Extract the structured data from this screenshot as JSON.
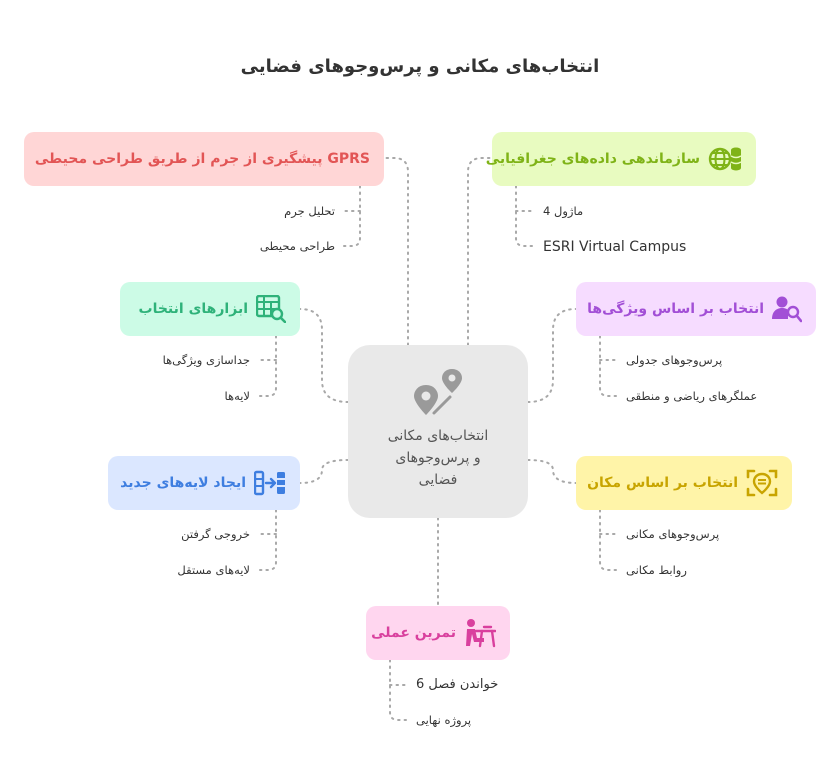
{
  "title": "انتخاب‌های مکانی و پرس‌وجوهای فضایی",
  "center": {
    "lines": [
      "انتخاب‌های مکانی",
      "و پرس‌وجوهای",
      "فضایی"
    ],
    "icon": "map-pin-route-icon"
  },
  "nodes": [
    {
      "id": "gprs",
      "label": "GPRS پیشگیری از جرم از طریق طراحی محیطی",
      "icon": "",
      "color": "#e25555",
      "bg": "#ffd6d6",
      "children": [
        "تحلیل جرم",
        "طراحی محیطی"
      ]
    },
    {
      "id": "data",
      "label": "سازماندهی داده‌های جغرافیایی",
      "icon": "globe-database-icon",
      "color": "#7fb317",
      "bg": "#e8fbc0",
      "children": [
        "ماژول 4",
        "ESRI Virtual Campus"
      ]
    },
    {
      "id": "tools",
      "label": "ابزارهای انتخاب",
      "icon": "table-search-icon",
      "color": "#2fb27a",
      "bg": "#ccfbe6",
      "children": [
        "جداسازی ویژگی‌ها",
        "لایه‌ها"
      ]
    },
    {
      "id": "attr",
      "label": "انتخاب بر اساس ویژگی‌ها",
      "icon": "user-search-icon",
      "color": "#a24fd6",
      "bg": "#f6dcff",
      "children": [
        "پرس‌وجوهای جدولی",
        "عملگرهای ریاضی و منطقی"
      ]
    },
    {
      "id": "layers",
      "label": "ایجاد لایه‌های جدید",
      "icon": "layers-export-icon",
      "color": "#3e7ee0",
      "bg": "#dbe7ff",
      "children": [
        "خروجی گرفتن",
        "لایه‌های مستقل"
      ]
    },
    {
      "id": "loc",
      "label": "انتخاب بر اساس مکان",
      "icon": "location-scan-icon",
      "color": "#c8a400",
      "bg": "#fff4a8",
      "children": [
        "پرس‌وجوهای مکانی",
        "روابط مکانی"
      ]
    },
    {
      "id": "practice",
      "label": "تمرین عملی",
      "icon": "student-desk-icon",
      "color": "#d9409e",
      "bg": "#ffd6ef",
      "children": [
        "خواندن فصل 6",
        "پروژه نهایی"
      ]
    }
  ]
}
